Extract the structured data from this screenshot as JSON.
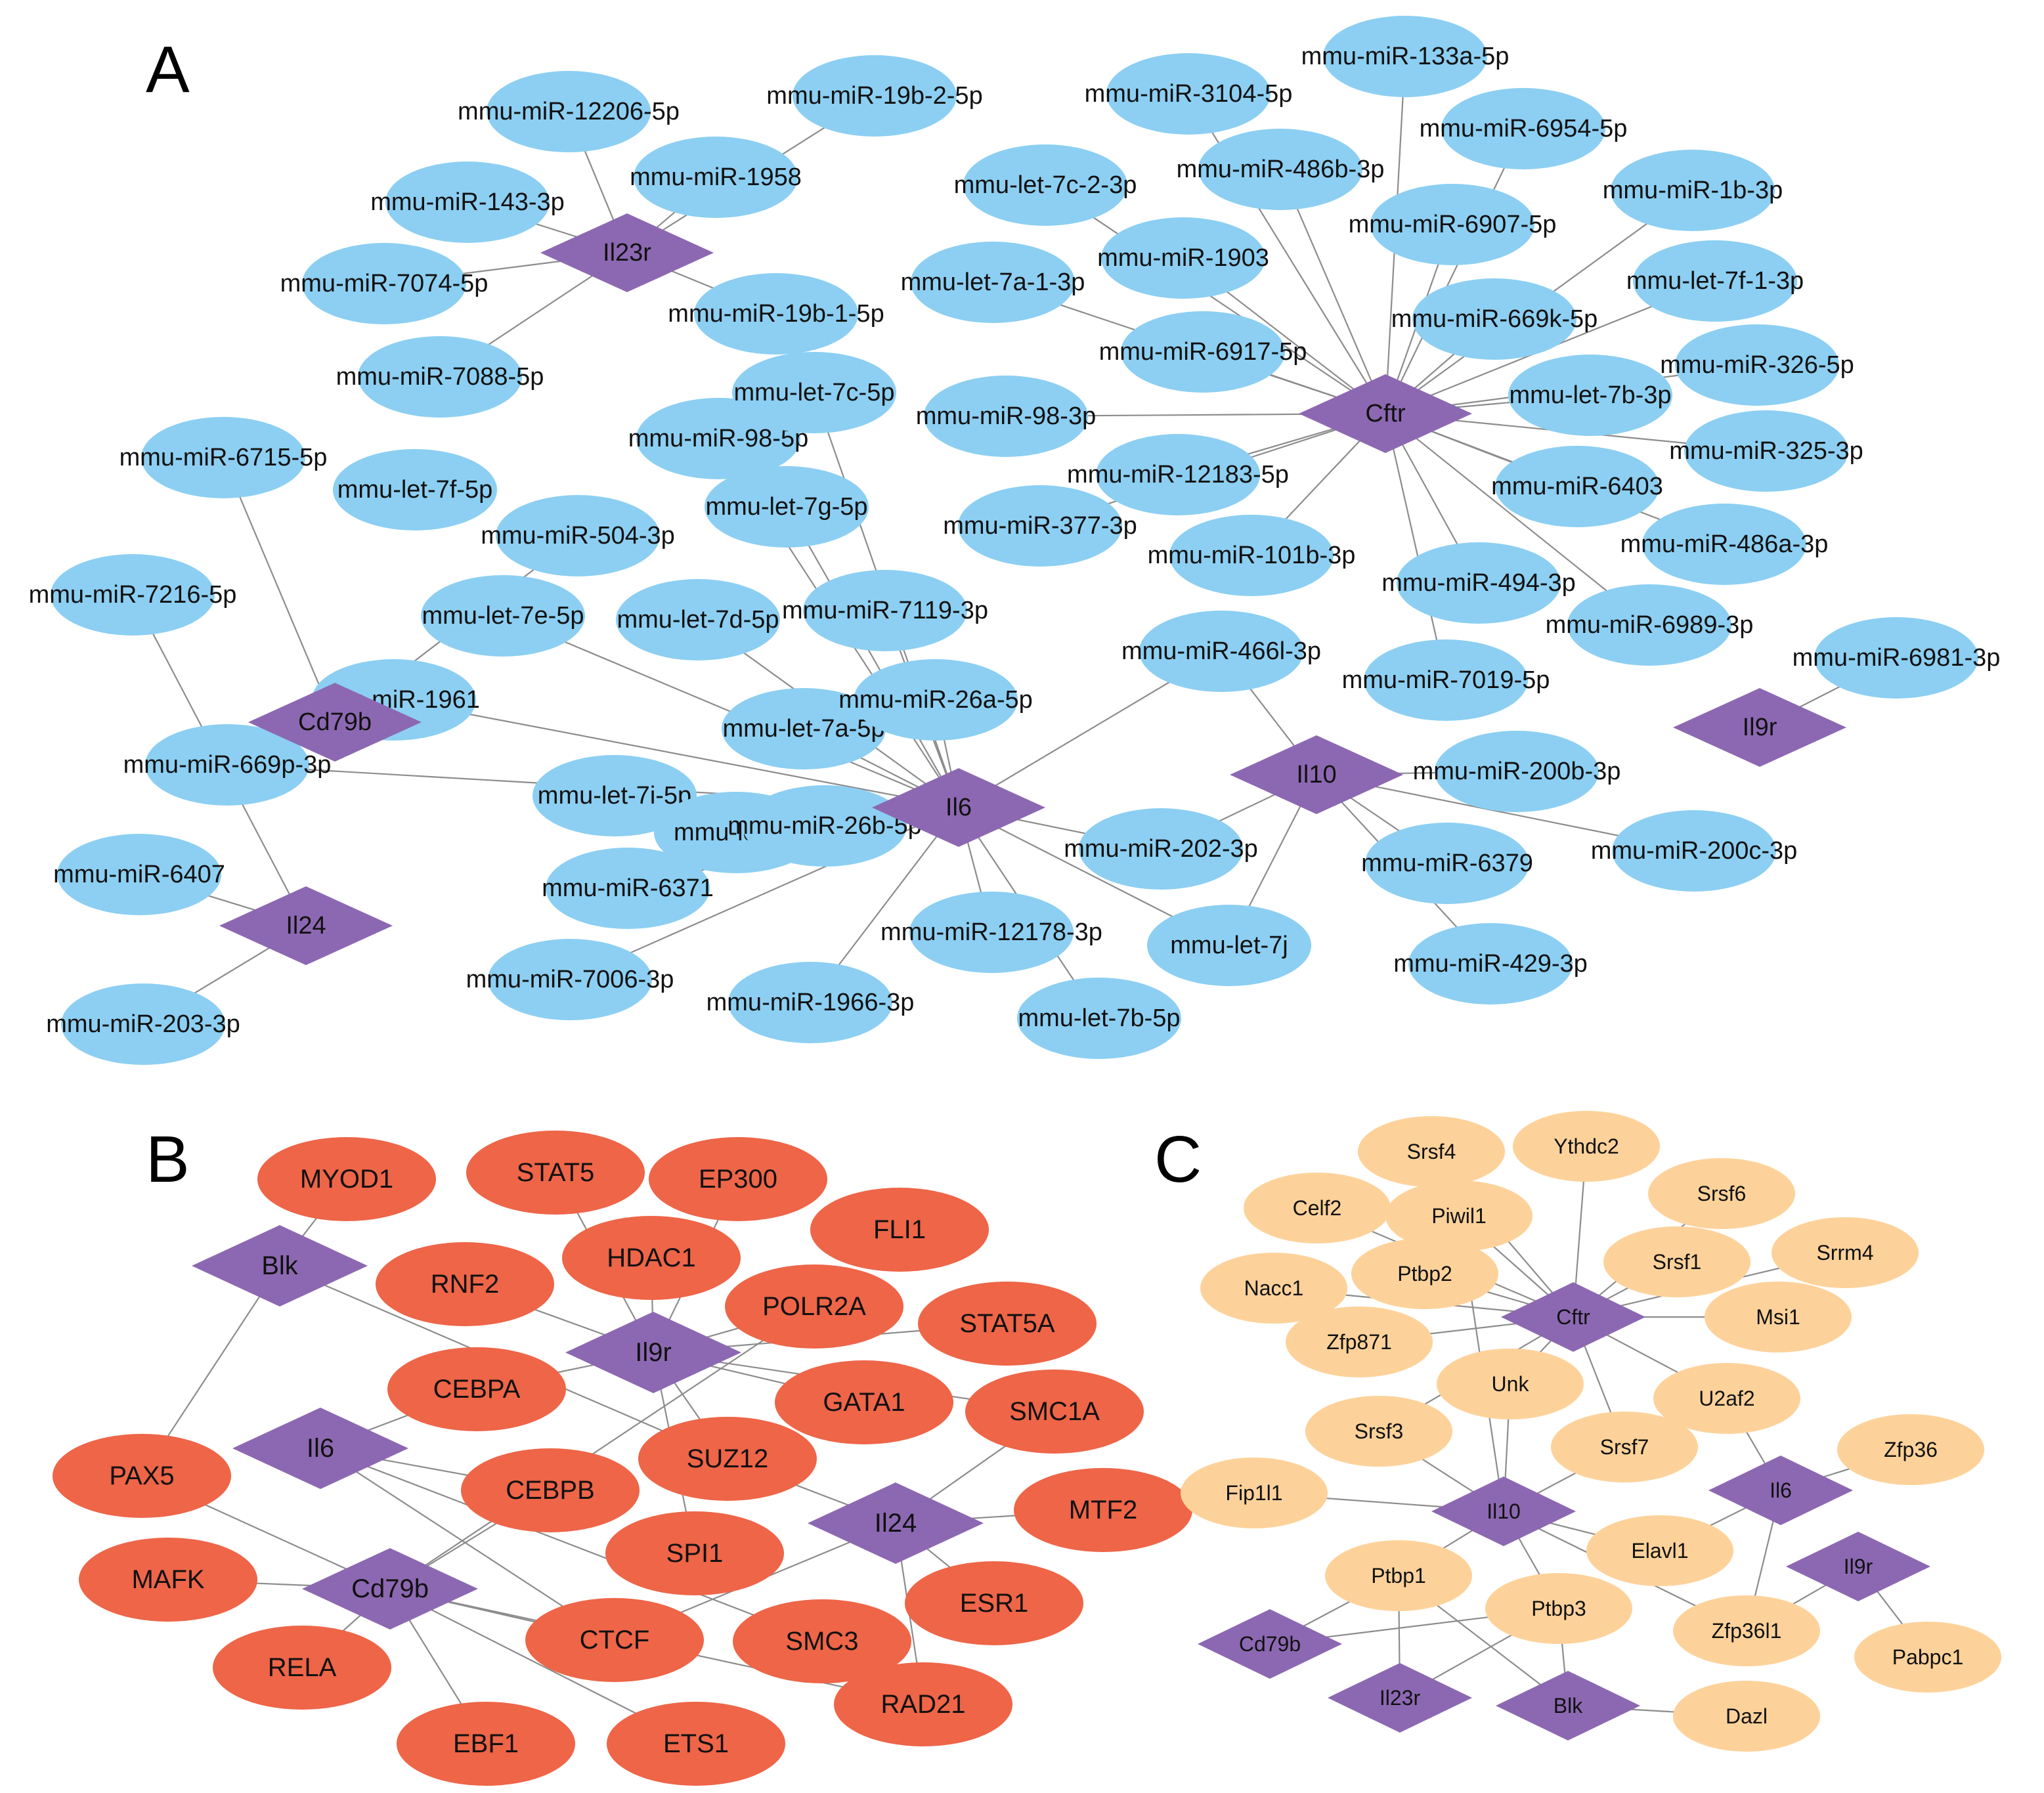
{
  "colors": {
    "mirna": "#8ccff2",
    "tf": "#ee6548",
    "rbp": "#fdd29a",
    "hub": "#8c68b2",
    "edge": "#8c8c8c"
  },
  "panels": [
    {
      "label": "A",
      "hubs": [
        "Il23r",
        "Cd79b",
        "Il24",
        "Il6",
        "Cftr",
        "Il10",
        "Il9r"
      ],
      "nodes": [
        "mmu-miR-12206-5p",
        "mmu-miR-19b-2-5p",
        "mmu-miR-1958",
        "mmu-miR-143-3p",
        "mmu-miR-7074-5p",
        "mmu-miR-19b-1-5p",
        "mmu-miR-7088-5p",
        "mmu-miR-6715-5p",
        "mmu-let-7f-5p",
        "mmu-miR-504-3p",
        "mmu-miR-7216-5p",
        "mmu-miR-6407",
        "mmu-miR-203-3p",
        "mmu-miR-669p-3p",
        "mmu-miR-98-5p",
        "mmu-let-7e-5p",
        "mmu-miR-1961",
        "mmu-let-7d-5p",
        "mmu-let-7a-5p",
        "mmu-let-7i-5p",
        "mmu-let-7k",
        "mmu-miR-26b-5p",
        "mmu-miR-6371",
        "mmu-miR-7006-3p",
        "mmu-let-7c-5p",
        "mmu-let-7g-5p",
        "mmu-miR-7119-3p",
        "mmu-miR-26a-5p",
        "mmu-miR-1966-3p",
        "mmu-miR-12178-3p",
        "mmu-let-7b-5p",
        "mmu-miR-202-3p",
        "mmu-let-7j",
        "mmu-miR-3104-5p",
        "mmu-miR-133a-5p",
        "mmu-miR-6954-5p",
        "mmu-let-7c-2-3p",
        "mmu-miR-486b-3p",
        "mmu-miR-1b-3p",
        "mmu-miR-6907-5p",
        "mmu-miR-1903",
        "mmu-let-7a-1-3p",
        "mmu-let-7f-1-3p",
        "mmu-miR-669k-5p",
        "mmu-miR-6917-5p",
        "mmu-miR-326-5p",
        "mmu-let-7b-3p",
        "mmu-miR-98-3p",
        "mmu-miR-325-3p",
        "mmu-miR-12183-5p",
        "mmu-miR-6403",
        "mmu-miR-377-3p",
        "mmu-miR-101b-3p",
        "mmu-miR-486a-3p",
        "mmu-miR-494-3p",
        "mmu-miR-6989-3p",
        "mmu-miR-466l-3p",
        "mmu-miR-7019-5p",
        "mmu-miR-6981-3p",
        "mmu-miR-200b-3p",
        "mmu-miR-200c-3p",
        "mmu-miR-6379",
        "mmu-miR-429-3p"
      ]
    },
    {
      "label": "B",
      "hubs": [
        "Blk",
        "Il9r",
        "Il6",
        "Il24",
        "Cd79b"
      ],
      "nodes": [
        "MYOD1",
        "STAT5",
        "EP300",
        "FLI1",
        "HDAC1",
        "RNF2",
        "POLR2A",
        "STAT5A",
        "CEBPA",
        "GATA1",
        "SMC1A",
        "PAX5",
        "SUZ12",
        "CEBPB",
        "MTF2",
        "SPI1",
        "MAFK",
        "ESR1",
        "CTCF",
        "SMC3",
        "RELA",
        "RAD21",
        "EBF1",
        "ETS1"
      ]
    },
    {
      "label": "C",
      "hubs": [
        "Cftr",
        "Il10",
        "Il6",
        "Il9r",
        "Cd79b",
        "Il23r",
        "Blk"
      ],
      "nodes": [
        "Srsf4",
        "Ythdc2",
        "Celf2",
        "Piwil1",
        "Srsf6",
        "Srsf1",
        "Srrm4",
        "Nacc1",
        "Ptbp2",
        "Msi1",
        "Zfp871",
        "Unk",
        "U2af2",
        "Srsf3",
        "Srsf7",
        "Zfp36",
        "Fip1l1",
        "Elavl1",
        "Ptbp1",
        "Ptbp3",
        "Zfp36l1",
        "Pabpc1",
        "Dazl"
      ]
    }
  ]
}
